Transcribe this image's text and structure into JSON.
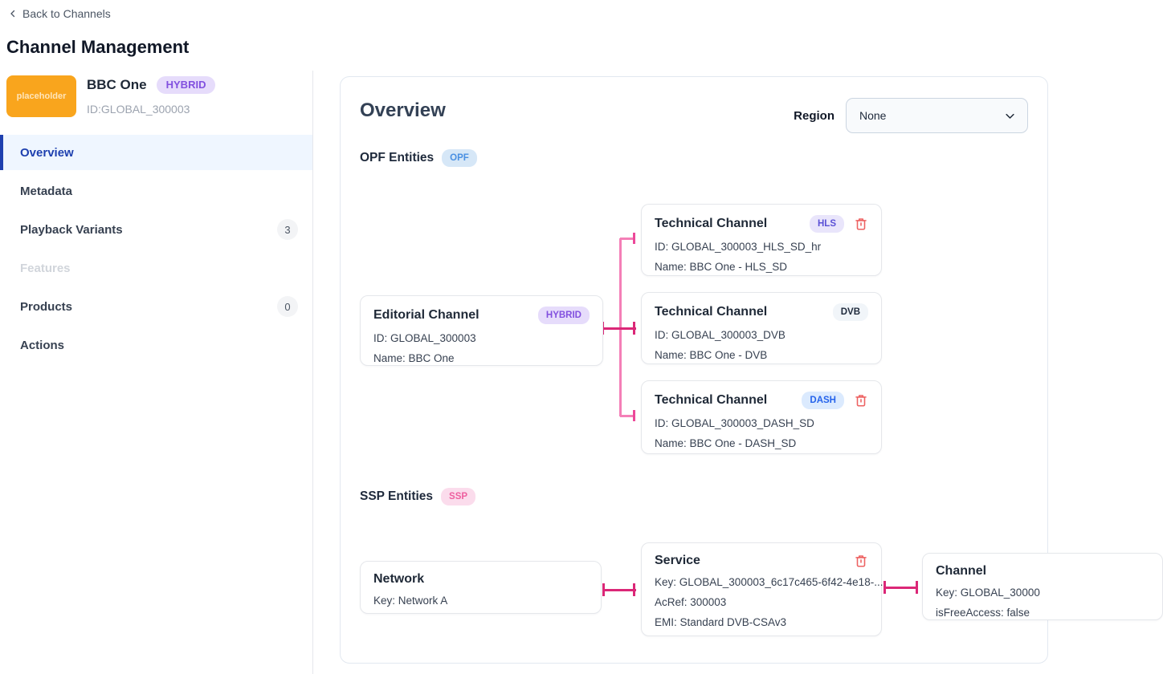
{
  "page": {
    "back_label": "Back to Channels",
    "title": "Channel Management"
  },
  "channel": {
    "placeholder": "placeholder",
    "name": "BBC One",
    "badge": "HYBRID",
    "id": "ID:GLOBAL_300003"
  },
  "sidebar": {
    "items": [
      {
        "label": "Overview",
        "state": "active"
      },
      {
        "label": "Metadata",
        "state": "normal"
      },
      {
        "label": "Playback Variants",
        "badge": "3",
        "state": "normal"
      },
      {
        "label": "Features",
        "state": "disabled"
      },
      {
        "label": "Products",
        "badge": "0",
        "state": "normal"
      },
      {
        "label": "Actions",
        "state": "normal"
      }
    ]
  },
  "main": {
    "title": "Overview",
    "region": {
      "label": "Region",
      "value": "None"
    },
    "opf": {
      "heading": "OPF Entities",
      "badge": "OPF",
      "editorial": {
        "title": "Editorial Channel",
        "badge": "HYBRID",
        "lines": [
          "ID: GLOBAL_300003",
          "Name: BBC One"
        ]
      },
      "technical": [
        {
          "title": "Technical Channel",
          "badge": "HLS",
          "deletable": true,
          "lines": [
            "ID: GLOBAL_300003_HLS_SD_hr",
            "Name: BBC One - HLS_SD"
          ]
        },
        {
          "title": "Technical Channel",
          "badge": "DVB",
          "deletable": false,
          "lines": [
            "ID: GLOBAL_300003_DVB",
            "Name: BBC One - DVB"
          ]
        },
        {
          "title": "Technical Channel",
          "badge": "DASH",
          "deletable": true,
          "lines": [
            "ID: GLOBAL_300003_DASH_SD",
            "Name: BBC One - DASH_SD"
          ]
        }
      ]
    },
    "ssp": {
      "heading": "SSP Entities",
      "badge": "SSP",
      "network": {
        "title": "Network",
        "lines": [
          "Key: Network A"
        ]
      },
      "service": {
        "title": "Service",
        "deletable": true,
        "lines": [
          "Key: GLOBAL_300003_6c17c465-6f42-4e18-...",
          "AcRef: 300003",
          "EMI: Standard DVB-CSAv3"
        ]
      },
      "channel": {
        "title": "Channel",
        "lines": [
          "Key: GLOBAL_30000",
          "isFreeAccess: false"
        ]
      }
    }
  },
  "colors": {
    "nav_active_blue": "#1e40af",
    "placeholder_orange": "#f9a51d",
    "connector_pink_light": "#f47fb7",
    "connector_pink_dark": "#db2777",
    "delete_red": "#ed6262",
    "badge_hybrid_bg": "#e6dcfb",
    "badge_hybrid_text": "#8250df",
    "badge_opf_bg": "#d6e7f7",
    "badge_opf_text": "#4a90e2",
    "badge_ssp_bg": "#fbdcec",
    "badge_ssp_text": "#ee5f9f",
    "badge_hls_bg": "#e9e5fb",
    "badge_hls_text": "#5b51d6",
    "badge_dvb_bg": "#f1f5f9",
    "badge_dvb_text": "#1e293b",
    "badge_dash_bg": "#dbeafe",
    "badge_dash_text": "#2563eb"
  }
}
